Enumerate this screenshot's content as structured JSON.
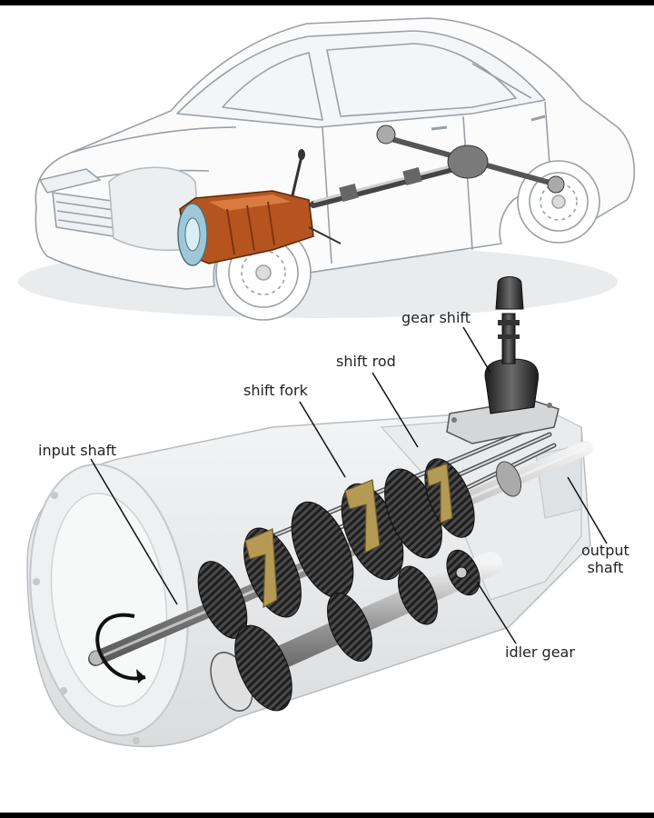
{
  "labels": {
    "gear_shift": "gear shift",
    "shift_rod": "shift rod",
    "shift_fork": "shift fork",
    "input_shaft": "input shaft",
    "output_shaft_line1": "output",
    "output_shaft_line2": "shaft",
    "idler_gear": "idler gear"
  },
  "colors": {
    "transmission_highlight": "#b5541f",
    "shift_fork": "#b59a55",
    "gear_dark": "#3c3c3c",
    "housing": "#e6e8ea",
    "car_outline": "#9aa0a6"
  }
}
